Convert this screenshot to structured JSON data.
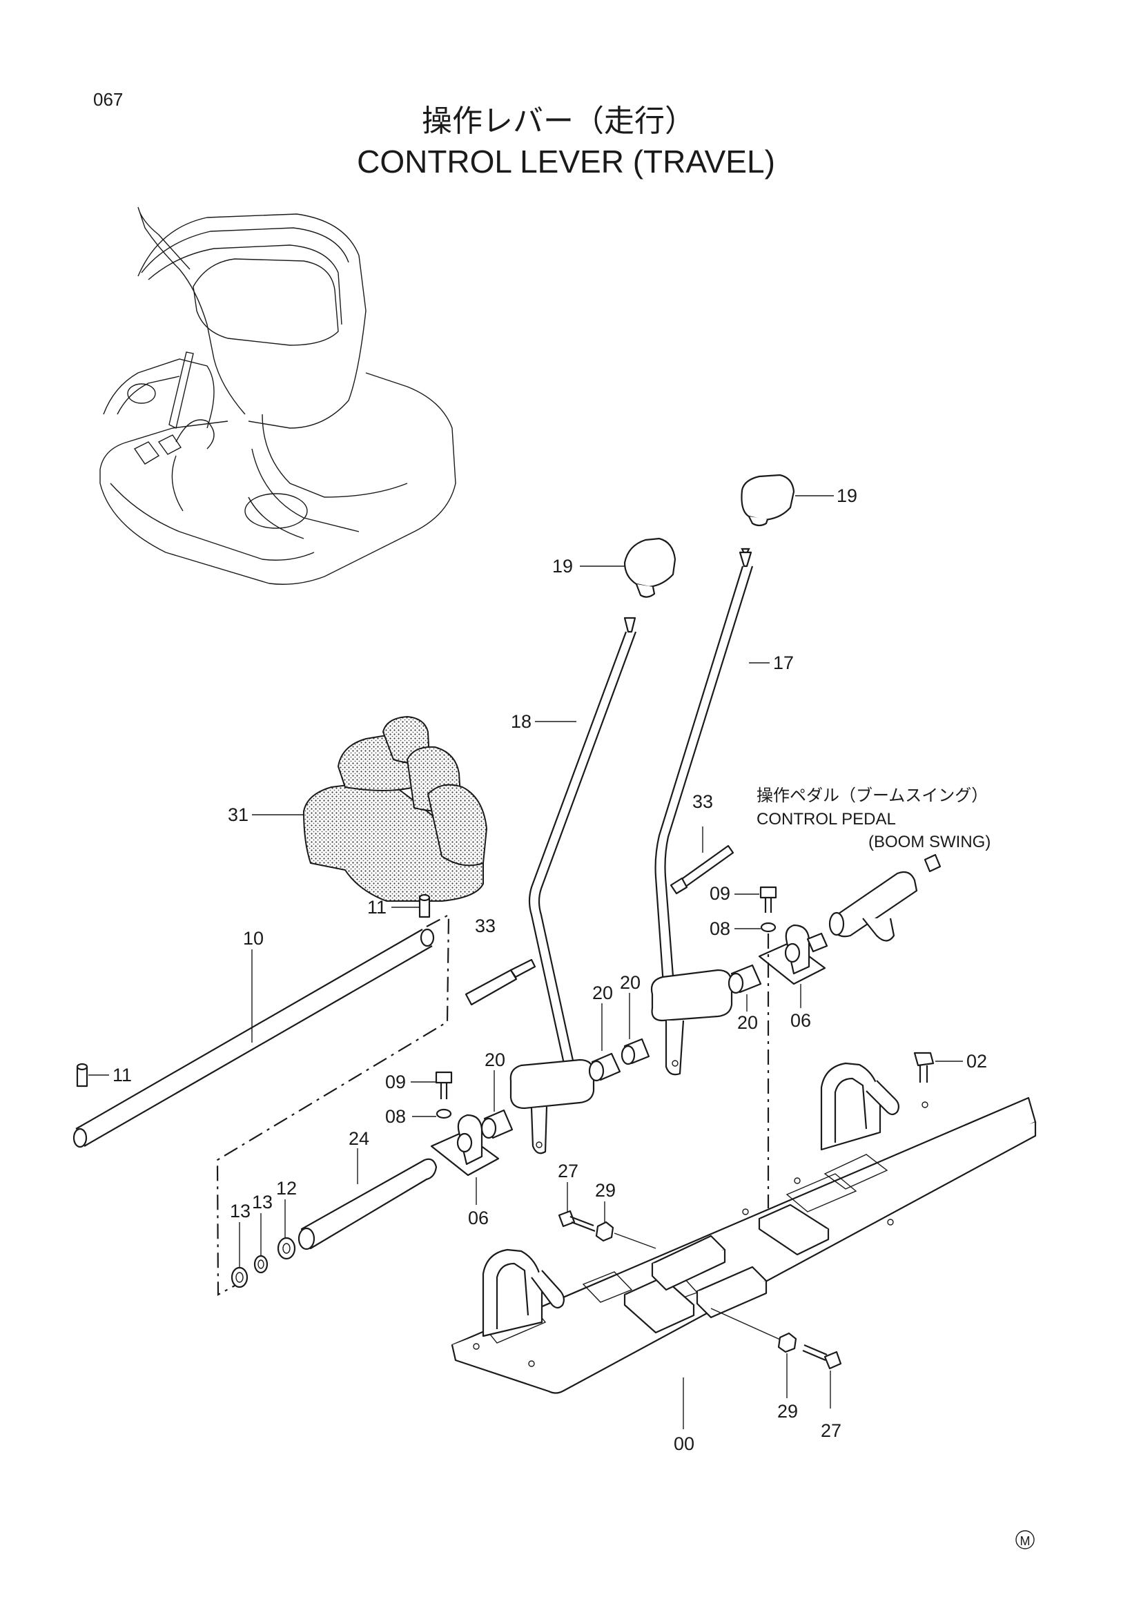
{
  "page_number": "067",
  "title_jp": "操作レバー（走行）",
  "title_en": "CONTROL LEVER (TRAVEL)",
  "subassembly": {
    "jp": "操作ペダル（ブームスイング）",
    "en_line1": "CONTROL PEDAL",
    "en_line2": "(BOOM SWING)"
  },
  "mark": "M",
  "callouts": [
    "19",
    "19",
    "17",
    "18",
    "31",
    "33",
    "33",
    "09",
    "08",
    "06",
    "11",
    "10",
    "11",
    "20",
    "20",
    "20",
    "20",
    "09",
    "08",
    "02",
    "24",
    "06",
    "27",
    "29",
    "12",
    "13",
    "13",
    "29",
    "27",
    "00"
  ]
}
